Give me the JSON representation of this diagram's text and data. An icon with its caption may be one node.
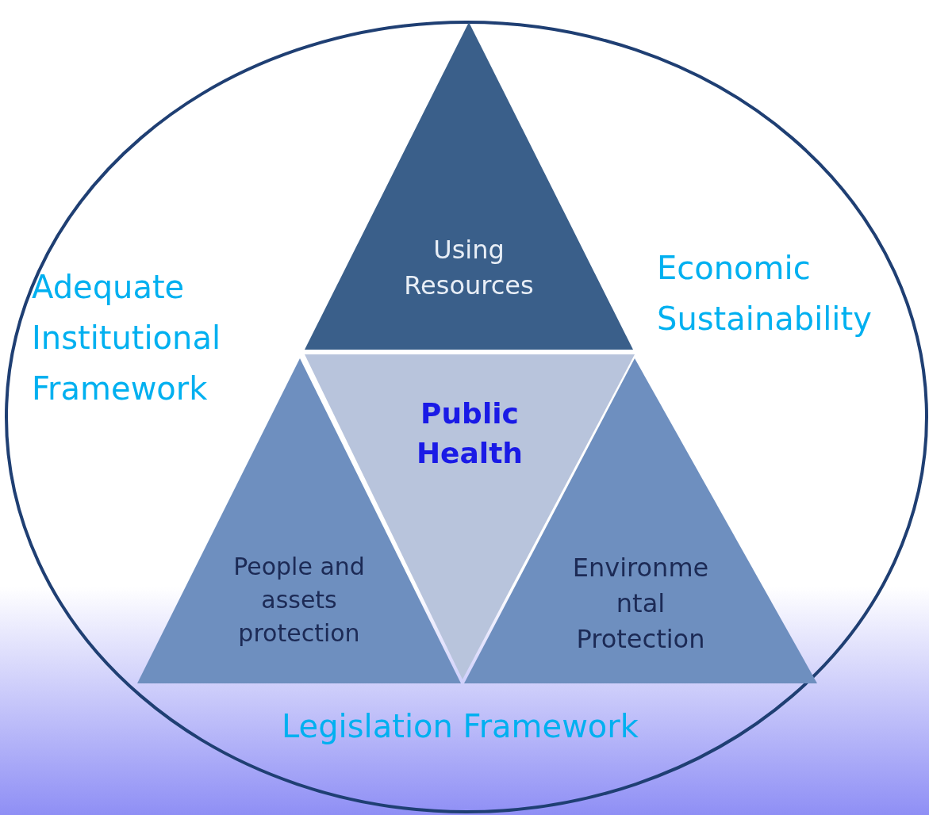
{
  "diagram": {
    "nodes": [
      {
        "text": [
          "Adequate Institutional Framework",
          "Economic Sustainability",
          "Legislation Framework"
        ]
      },
      {
        "text": [
          "Using Resources"
        ],
        "in": 0
      },
      {
        "text": [
          "Public Health"
        ],
        "in": 0
      },
      {
        "text": [
          "People and assets protection"
        ],
        "in": 0
      },
      {
        "text": [
          "Environme ntal Protection"
        ],
        "in": 0
      }
    ],
    "edges": []
  }
}
